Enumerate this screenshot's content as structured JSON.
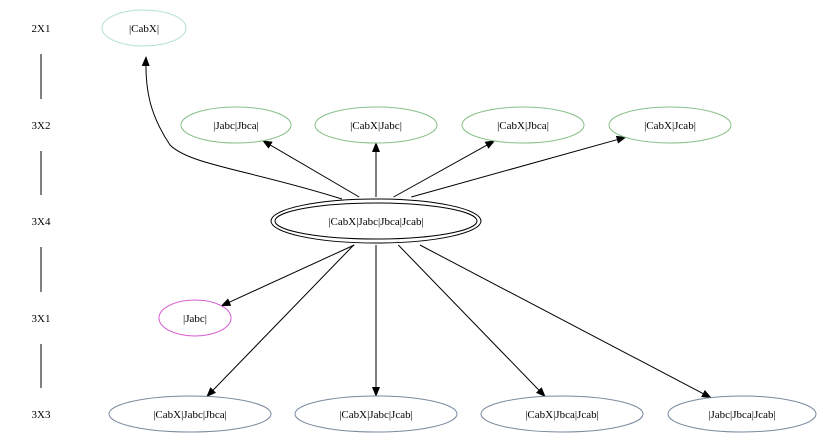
{
  "ranks": [
    {
      "id": "r0",
      "label": "2X1"
    },
    {
      "id": "r1",
      "label": "3X2"
    },
    {
      "id": "r2",
      "label": "3X4"
    },
    {
      "id": "r3",
      "label": "3X1"
    },
    {
      "id": "r4",
      "label": "3X3"
    }
  ],
  "nodes": [
    {
      "id": "n_cabx",
      "label": "|CabX|",
      "color": "#b2dfd8"
    },
    {
      "id": "n_jabc_jbca",
      "label": "|Jabc|Jbca|",
      "color": "#88c08a"
    },
    {
      "id": "n_cabx_jabc",
      "label": "|CabX|Jabc|",
      "color": "#88c08a"
    },
    {
      "id": "n_cabx_jbca",
      "label": "|CabX|Jbca|",
      "color": "#88c08a"
    },
    {
      "id": "n_cabx_jcab",
      "label": "|CabX|Jcab|",
      "color": "#88c08a"
    },
    {
      "id": "n_center",
      "label": "|CabX|Jabc|Jbca|Jcab|",
      "color": "#000000"
    },
    {
      "id": "n_jabc",
      "label": "|Jabc|",
      "color": "#d55ad0"
    },
    {
      "id": "n_cabx_jabc_jbca",
      "label": "|CabX|Jabc|Jbca|",
      "color": "#7a8a9e"
    },
    {
      "id": "n_cabx_jabc_jcab",
      "label": "|CabX|Jabc|Jcab|",
      "color": "#7a8a9e"
    },
    {
      "id": "n_cabx_jbca_jcab",
      "label": "|CabX|Jbca|Jcab|",
      "color": "#7a8a9e"
    },
    {
      "id": "n_jabc_jbca_jcab",
      "label": "|Jabc|Jbca|Jcab|",
      "color": "#7a8a9e"
    }
  ],
  "edges": [
    {
      "from": "n_center",
      "to": "n_cabx"
    },
    {
      "from": "n_center",
      "to": "n_jabc_jbca"
    },
    {
      "from": "n_center",
      "to": "n_cabx_jabc"
    },
    {
      "from": "n_center",
      "to": "n_cabx_jbca"
    },
    {
      "from": "n_center",
      "to": "n_cabx_jcab"
    },
    {
      "from": "n_center",
      "to": "n_jabc"
    },
    {
      "from": "n_center",
      "to": "n_cabx_jabc_jbca"
    },
    {
      "from": "n_center",
      "to": "n_cabx_jabc_jcab"
    },
    {
      "from": "n_center",
      "to": "n_cabx_jbca_jcab"
    },
    {
      "from": "n_center",
      "to": "n_jabc_jbca_jcab"
    }
  ]
}
